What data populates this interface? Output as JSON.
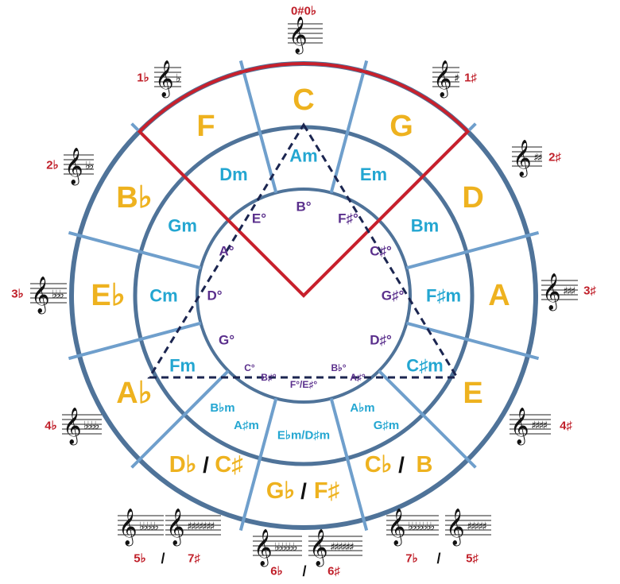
{
  "colors": {
    "ring": "#4f7399",
    "divider": "#6f9fcc",
    "major": "#eeb21f",
    "minor": "#23a6d1",
    "diminished": "#5a2f8c",
    "highlight": "#c8202c",
    "signature_count": "#c0202a",
    "triangle": "#1b2550"
  },
  "top_signature": {
    "label": "0#0♭"
  },
  "major_keys": [
    {
      "label": "C"
    },
    {
      "label": "G"
    },
    {
      "label": "D"
    },
    {
      "label": "A"
    },
    {
      "label": "E"
    },
    {
      "left": "C♭",
      "sep": "/",
      "right": "B"
    },
    {
      "left": "G♭",
      "sep": "/",
      "right": "F♯"
    },
    {
      "left": "D♭",
      "sep": "/",
      "right": "C♯"
    },
    {
      "label": "A♭"
    },
    {
      "label": "E♭"
    },
    {
      "label": "B♭"
    },
    {
      "label": "F"
    }
  ],
  "minor_keys": [
    {
      "label": "Am"
    },
    {
      "label": "Em"
    },
    {
      "label": "Bm"
    },
    {
      "label": "F♯m"
    },
    {
      "label": "C♯m"
    },
    {
      "left": "A♭m",
      "right": "G♯m"
    },
    {
      "label": "E♭m/D♯m"
    },
    {
      "left": "B♭m",
      "right": "A♯m"
    },
    {
      "label": "Fm"
    },
    {
      "label": "Cm"
    },
    {
      "label": "Gm"
    },
    {
      "label": "Dm"
    }
  ],
  "diminished_keys": [
    {
      "label": "B°"
    },
    {
      "label": "F♯°"
    },
    {
      "label": "C♯°"
    },
    {
      "label": "G♯°"
    },
    {
      "label": "D♯°"
    },
    {
      "left": "B♭°",
      "right": "A♯°"
    },
    {
      "label": "F°/E♯°"
    },
    {
      "left": "C°",
      "right": "B♯°"
    },
    {
      "label": "G°"
    },
    {
      "label": "D°"
    },
    {
      "label": "A°"
    },
    {
      "label": "E°"
    }
  ],
  "signatures": [
    {
      "count": "1♯",
      "symbols": "♯"
    },
    {
      "count": "2♯",
      "symbols": "♯♯"
    },
    {
      "count": "3♯",
      "symbols": "♯♯♯"
    },
    {
      "count": "4♯",
      "symbols": "♯♯♯♯"
    },
    {
      "count": "1♭",
      "symbols": "♭"
    },
    {
      "count": "2♭",
      "symbols": "♭♭"
    },
    {
      "count": "3♭",
      "symbols": "♭♭♭"
    },
    {
      "count": "4♭",
      "symbols": "♭♭♭♭"
    }
  ],
  "bottom_signatures": [
    {
      "left_count": "5♭",
      "left_symbols": "♭♭♭♭♭",
      "right_count": "7♯",
      "right_symbols": "♯♯♯♯♯♯♯",
      "sep": "/"
    },
    {
      "left_count": "6♭",
      "left_symbols": "♭♭♭♭♭♭",
      "right_count": "6♯",
      "right_symbols": "♯♯♯♯♯♯",
      "sep": "/"
    },
    {
      "left_count": "7♭",
      "left_symbols": "♭♭♭♭♭♭♭",
      "right_count": "5♯",
      "right_symbols": "♯♯♯♯♯",
      "sep": "/"
    }
  ],
  "icons": {
    "clef": "treble-clef-icon"
  }
}
